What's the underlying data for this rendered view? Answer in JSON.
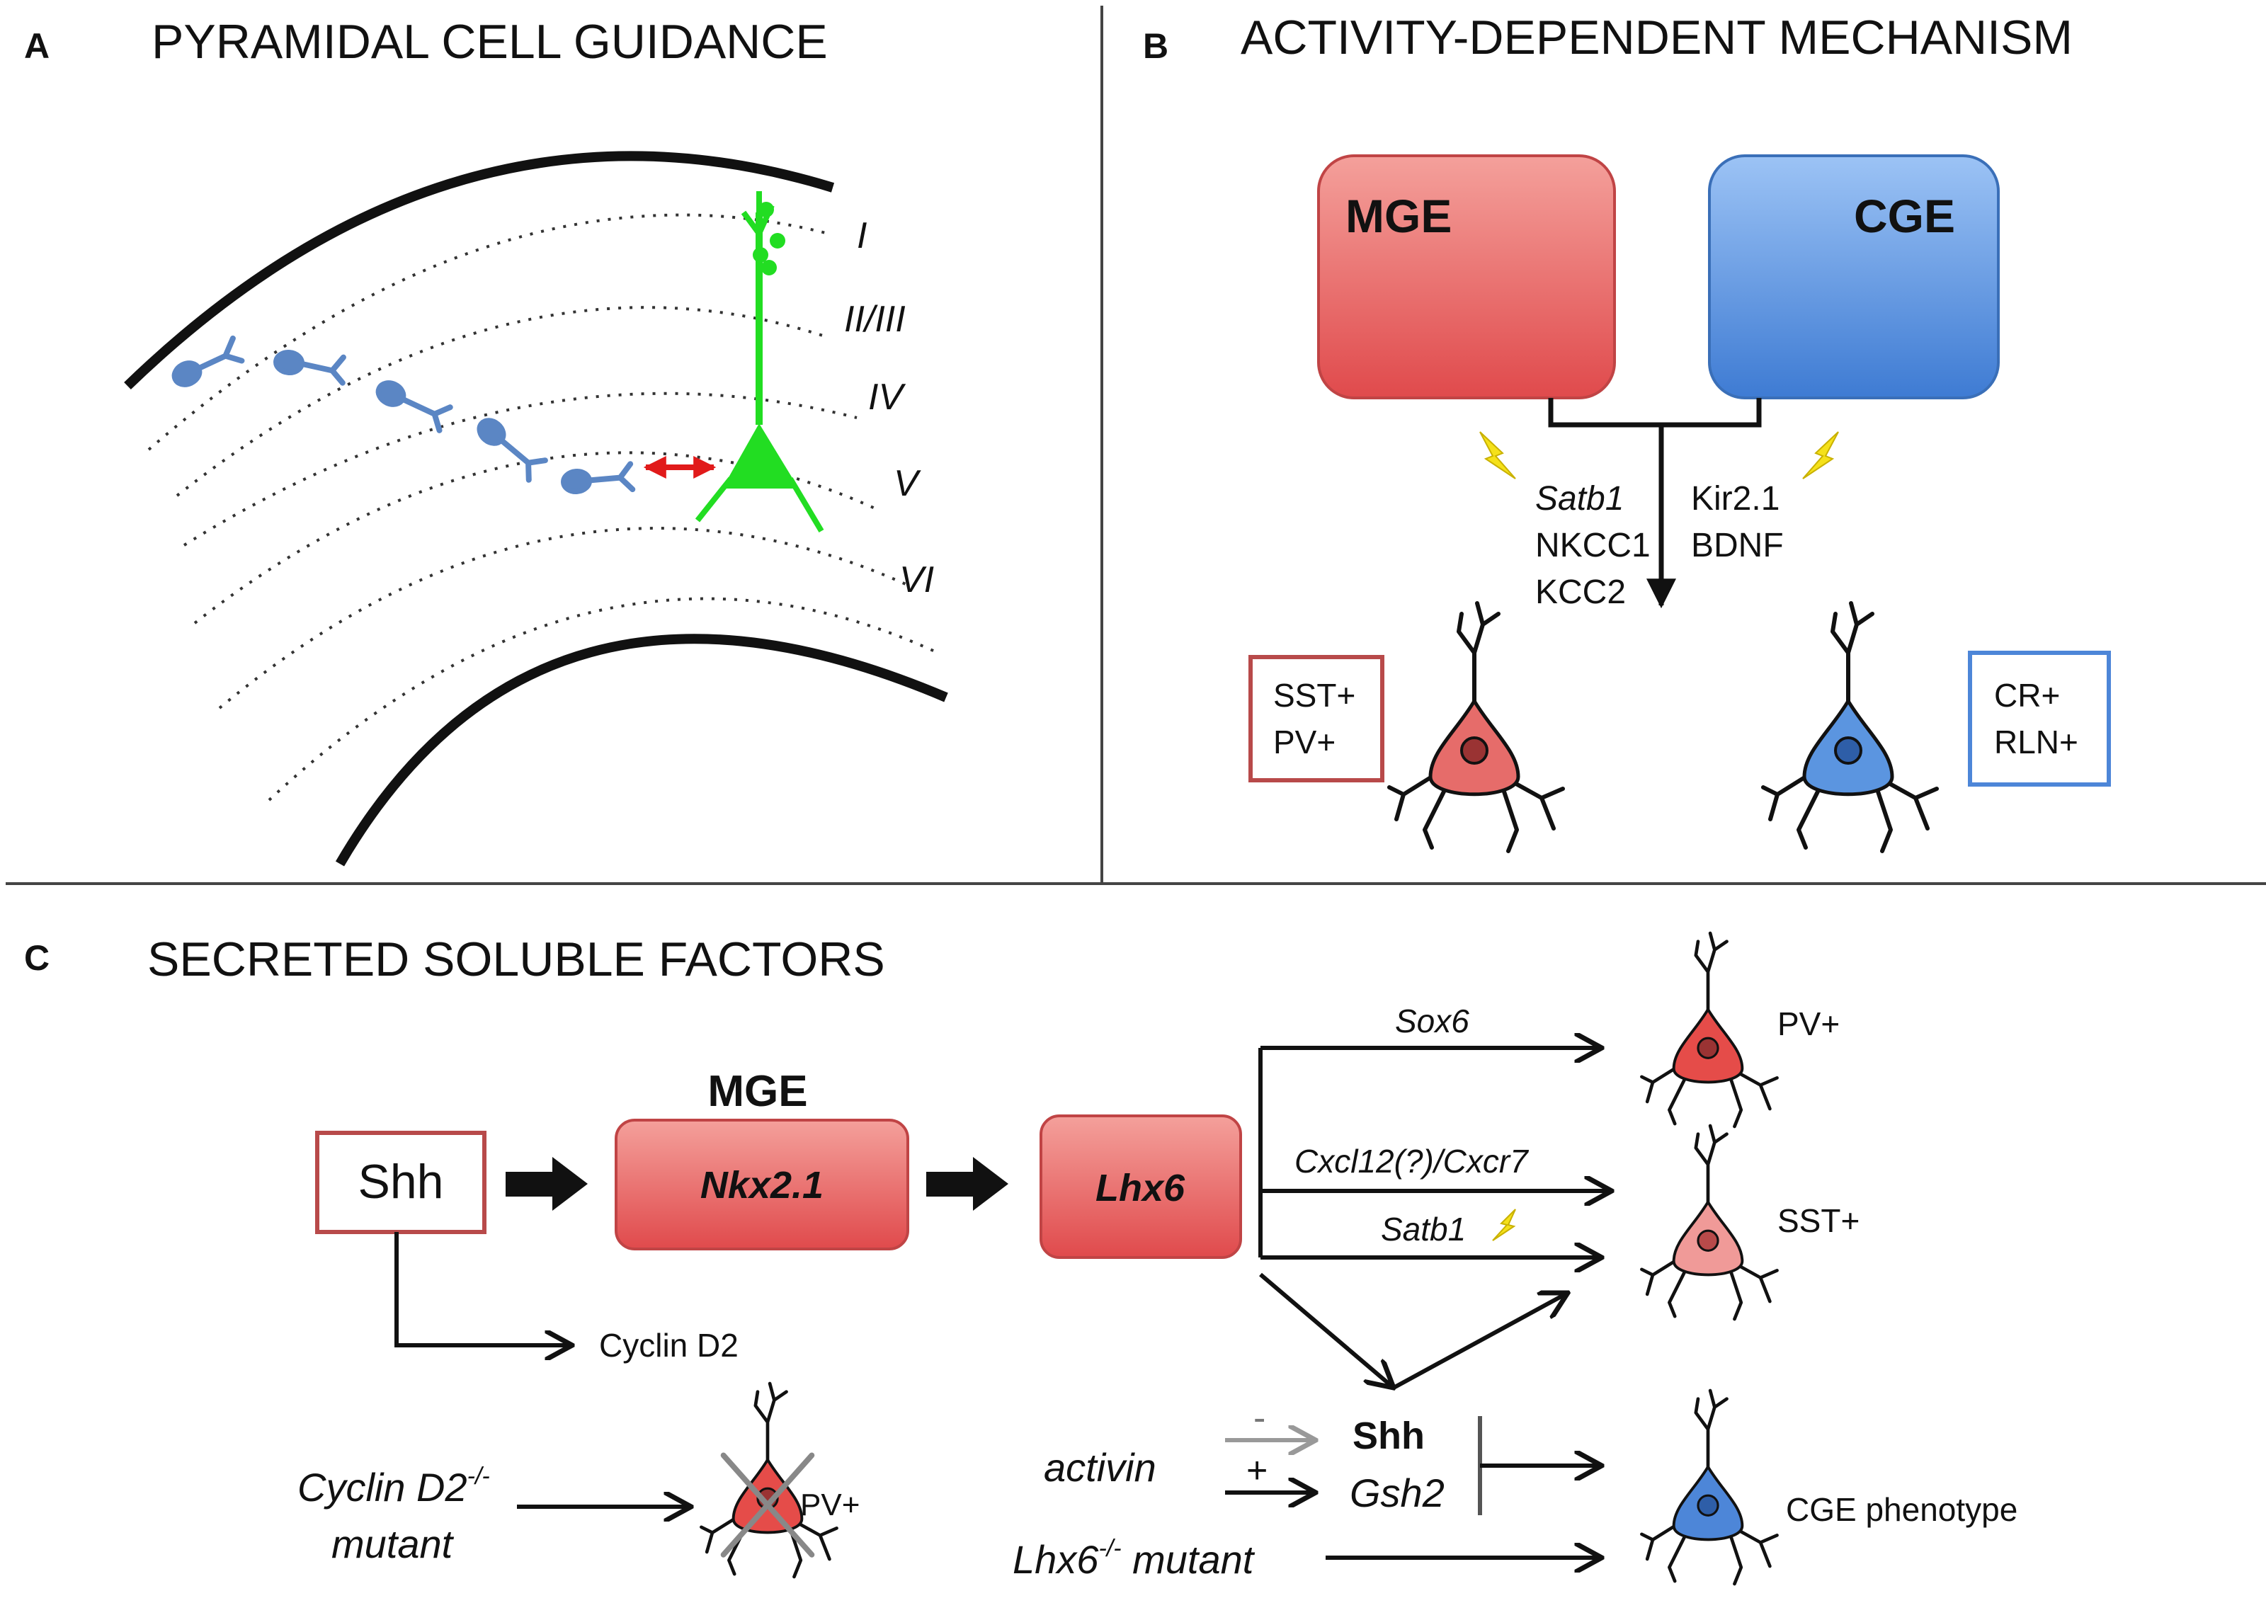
{
  "panel_a": {
    "letter": "A",
    "title": "PYRAMIDAL CELL GUIDANCE",
    "layers": [
      "I",
      "II/III",
      "IV",
      "V",
      "VI"
    ],
    "colors": {
      "pyramidal": "#22dd22",
      "interneuron": "#5b86c4",
      "arrow": "#e11a1a"
    }
  },
  "panel_b": {
    "letter": "B",
    "title": "ACTIVITY-DEPENDENT MECHANISM",
    "mge_label": "MGE",
    "cge_label": "CGE",
    "left_factors": [
      "Satb1",
      "NKCC1",
      "KCC2"
    ],
    "right_factors": [
      "Kir2.1",
      "BDNF"
    ],
    "left_markers": [
      "SST+",
      "PV+"
    ],
    "right_markers": [
      "CR+",
      "RLN+"
    ],
    "colors": {
      "mge": "#e8595a",
      "cge": "#4d86d8",
      "bolt": "#f5e11a"
    }
  },
  "panel_c": {
    "letter": "C",
    "title": "SECRETED SOLUBLE FACTORS",
    "shh_box": "Shh",
    "mge_header": "MGE",
    "nkx": "Nkx2.1",
    "lhx6": "Lhx6",
    "cyclin_d2": "Cyclin D2",
    "cyclin_mutant_line1": "Cyclin D2",
    "cyclin_mutant_sup": "-/-",
    "cyclin_mutant_line2": "mutant",
    "pv_crossed": "PV+",
    "sox6": "Sox6",
    "cxcl": "Cxcl12(?)/Cxcr7",
    "satb1": "Satb1",
    "pv_label": "PV+",
    "sst_label": "SST+",
    "activin": "activin",
    "minus": "-",
    "plus": "+",
    "shh2": "Shh",
    "gsh2": "Gsh2",
    "lhx6_mutant_pre": "Lhx6",
    "lhx6_mutant_sup": "-/-",
    "lhx6_mutant_post": " mutant",
    "cge_phenotype": "CGE phenotype"
  }
}
